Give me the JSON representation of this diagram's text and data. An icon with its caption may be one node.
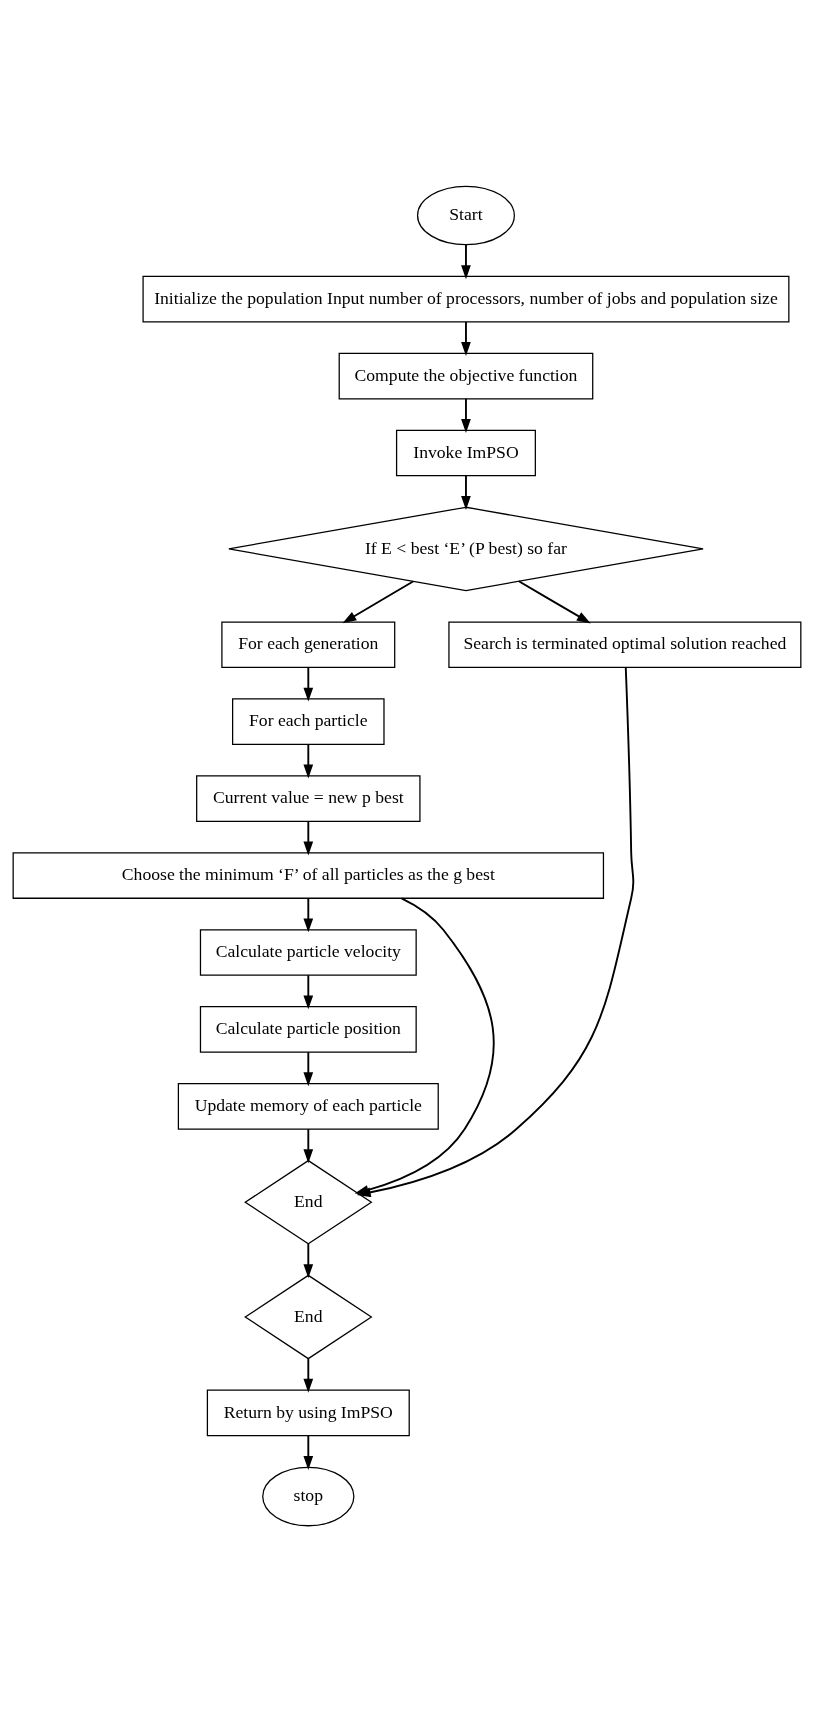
{
  "diagram": {
    "nodes": [
      {
        "text": [
          "Start"
        ]
      },
      {
        "text": [
          "Initialize the population Input number of processors, number of jobs and population size"
        ]
      },
      {
        "text": [
          "Compute the objective function"
        ]
      },
      {
        "text": [
          "Invoke ImPSO"
        ]
      },
      {
        "text": [
          "If E < best ‘E’ (P best) so far"
        ]
      },
      {
        "text": [
          "For each generation"
        ]
      },
      {
        "text": [
          "Search is terminated optimal solution reached"
        ]
      },
      {
        "text": [
          "For each particle"
        ]
      },
      {
        "text": [
          "Current value = new p best"
        ]
      },
      {
        "text": [
          "Choose the minimum ‘F’ of all particles as the g best"
        ]
      },
      {
        "text": [
          "Calculate particle velocity"
        ]
      },
      {
        "text": [
          "Calculate particle position"
        ]
      },
      {
        "text": [
          "Update memory of each particle"
        ]
      },
      {
        "text": [
          "End"
        ]
      },
      {
        "text": [
          "End"
        ]
      },
      {
        "text": [
          "Return by using ImPSO"
        ]
      },
      {
        "text": [
          "stop"
        ]
      }
    ],
    "edges": [
      {
        "from": 0,
        "to": 1,
        "arrow": "to"
      },
      {
        "from": 1,
        "to": 2,
        "arrow": "to"
      },
      {
        "from": 2,
        "to": 3,
        "arrow": "to"
      },
      {
        "from": 3,
        "to": 4,
        "arrow": "to"
      },
      {
        "from": 4,
        "to": 5,
        "arrow": "to"
      },
      {
        "from": 4,
        "to": 6,
        "arrow": "to"
      },
      {
        "from": 5,
        "to": 7,
        "arrow": "to"
      },
      {
        "from": 7,
        "to": 8,
        "arrow": "to"
      },
      {
        "from": 8,
        "to": 9,
        "arrow": "to"
      },
      {
        "from": 9,
        "to": 10,
        "arrow": "to"
      },
      {
        "from": 10,
        "to": 11,
        "arrow": "to"
      },
      {
        "from": 11,
        "to": 12,
        "arrow": "to"
      },
      {
        "from": 12,
        "to": 13,
        "arrow": "to"
      },
      {
        "from": 6,
        "to": 13,
        "arrow": "to"
      },
      {
        "from": 9,
        "to": 13,
        "arrow": "to"
      },
      {
        "from": 13,
        "to": 14,
        "arrow": "to"
      },
      {
        "from": 14,
        "to": 15,
        "arrow": "to"
      },
      {
        "from": 15,
        "to": 16,
        "arrow": "to"
      }
    ]
  }
}
